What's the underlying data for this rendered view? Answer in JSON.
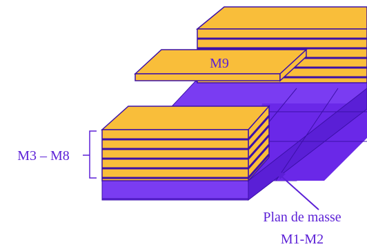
{
  "labels": {
    "m9": "M9",
    "m3_m8": "M3 – M8",
    "ground_plane_line1": "Plan de masse",
    "ground_plane_line2": "M1-M2"
  },
  "colors": {
    "metal_fill": "#f9be3a",
    "metal_top": "#f9be3a",
    "outline": "#3c10a8",
    "ground_plane": "#7a3cf2",
    "ground_plane_dark": "#5a1fd6",
    "ground_plane_side": "#6a28e8",
    "label_text": "#5b1fd6",
    "brace": "#5b1fd6"
  }
}
